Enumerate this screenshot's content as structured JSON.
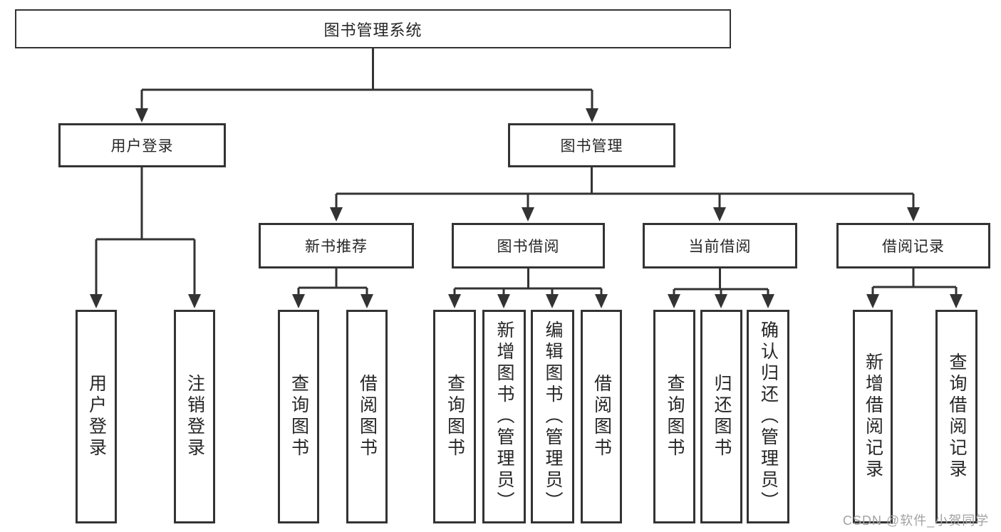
{
  "tree": {
    "root": "图书管理系统",
    "branches": [
      {
        "label": "用户登录",
        "leaves": [
          "用户登录",
          "注销登录"
        ]
      },
      {
        "label": "图书管理",
        "sections": [
          {
            "label": "新书推荐",
            "leaves": [
              "查询图书",
              "借阅图书"
            ]
          },
          {
            "label": "图书借阅",
            "leaves": [
              "查询图书",
              "新增图书（管理员）",
              "编辑图书（管理员）",
              "借阅图书"
            ]
          },
          {
            "label": "当前借阅",
            "leaves": [
              "查询图书",
              "归还图书",
              "确认归还（管理员）"
            ]
          },
          {
            "label": "借阅记录",
            "leaves": [
              "新增借阅记录",
              "查询借阅记录"
            ]
          }
        ]
      }
    ]
  },
  "watermark": "CSDN @软件_小贺同学",
  "colors": {
    "line": "#333333",
    "box_border": "#333333",
    "text": "#262626",
    "watermark": "#a3a3a3",
    "background": "#ffffff"
  }
}
